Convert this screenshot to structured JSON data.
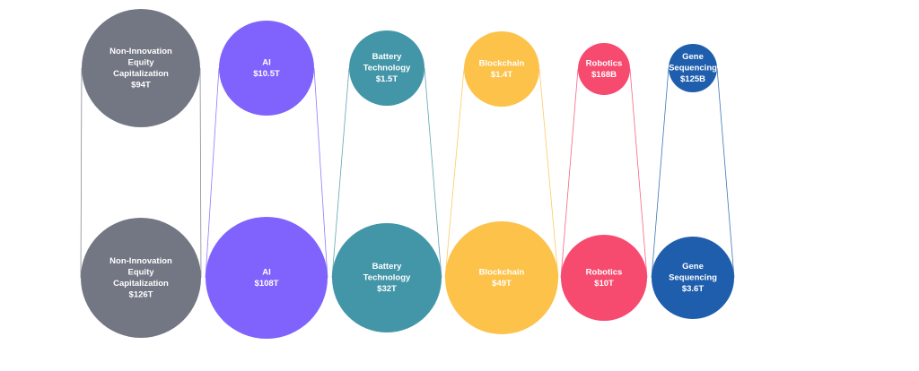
{
  "categories": [
    {
      "key": "non-innovation",
      "color": "#737683",
      "top": {
        "lines": [
          "Non-Innovation",
          "Equity",
          "Capitalization",
          "$94T"
        ],
        "value": 94
      },
      "bottom": {
        "lines": [
          "Non-Innovation",
          "Equity",
          "Capitalization",
          "$126T"
        ],
        "value": 126
      }
    },
    {
      "key": "ai",
      "color": "#7f63fc",
      "top": {
        "lines": [
          "AI",
          "$10.5T"
        ],
        "value": 10.5
      },
      "bottom": {
        "lines": [
          "AI",
          "$108T"
        ],
        "value": 108
      }
    },
    {
      "key": "battery-technology",
      "color": "#4396a7",
      "top": {
        "lines": [
          "Battery",
          "Technology",
          "$1.5T"
        ],
        "value": 1.5
      },
      "bottom": {
        "lines": [
          "Battery",
          "Technology",
          "$32T"
        ],
        "value": 32
      }
    },
    {
      "key": "blockchain",
      "color": "#fcc24a",
      "top": {
        "lines": [
          "Blockchain",
          "$1.4T"
        ],
        "value": 1.4
      },
      "bottom": {
        "lines": [
          "Blockchain",
          "$49T"
        ],
        "value": 49
      }
    },
    {
      "key": "robotics",
      "color": "#f64a6f",
      "top": {
        "lines": [
          "Robotics",
          "$168B"
        ],
        "value": 0.168
      },
      "bottom": {
        "lines": [
          "Robotics",
          "$10T"
        ],
        "value": 10
      }
    },
    {
      "key": "gene-sequencing",
      "color": "#1f5ead",
      "top": {
        "lines": [
          "Gene",
          "Sequencing",
          "$125B"
        ],
        "value": 0.125
      },
      "bottom": {
        "lines": [
          "Gene",
          "Sequencing",
          "$3.6T"
        ],
        "value": 3.6
      }
    }
  ]
}
